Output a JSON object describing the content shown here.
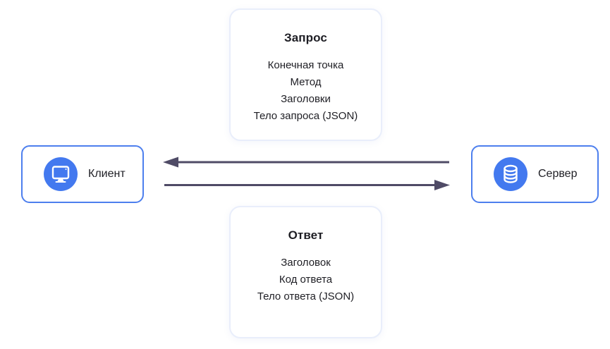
{
  "request_card": {
    "title": "Запрос",
    "items": [
      "Конечная точка",
      "Метод",
      "Заголовки",
      "Тело запроса (JSON)"
    ]
  },
  "response_card": {
    "title": "Ответ",
    "items": [
      "Заголовок",
      "Код ответа",
      "Тело ответа (JSON)"
    ]
  },
  "client_node": {
    "label": "Клиент",
    "icon": "monitor-icon"
  },
  "server_node": {
    "label": "Сервер",
    "icon": "database-icon"
  },
  "arrows": {
    "top": "server-to-client",
    "bottom": "client-to-server"
  },
  "colors": {
    "text": "#1e1e24",
    "node_border": "#4d7fee",
    "icon_circle": "#4379ef",
    "card_border": "#e9eefb",
    "arrow": "#4f4b66"
  }
}
